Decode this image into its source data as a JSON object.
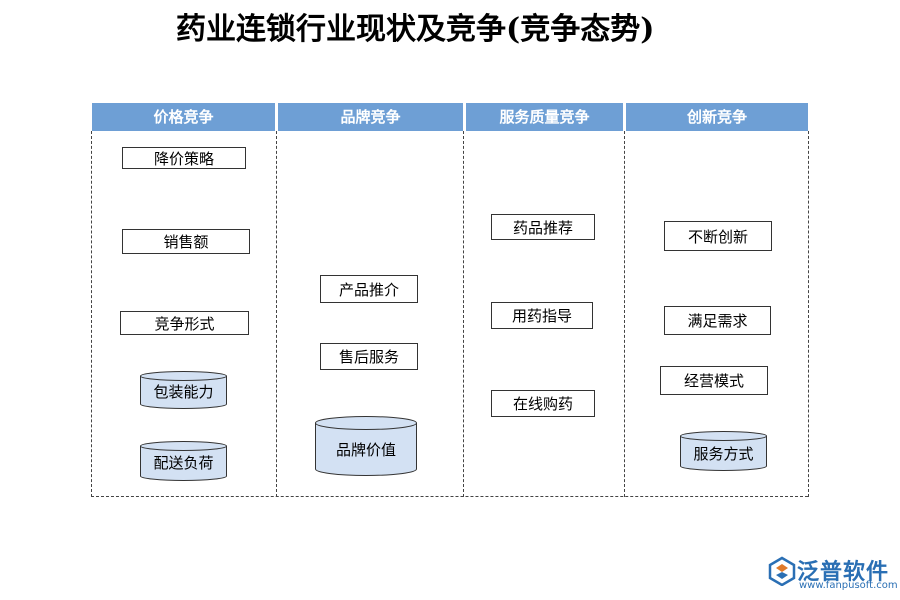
{
  "title": "药业连锁行业现状及竞争(竞争态势)",
  "columns": [
    {
      "header": "价格竞争"
    },
    {
      "header": "品牌竞争"
    },
    {
      "header": "服务质量竞争"
    },
    {
      "header": "创新竞争"
    }
  ],
  "price": {
    "box1": "降价策略",
    "box2": "销售额",
    "box3": "竞争形式",
    "cyl1": "包装能力",
    "cyl2": "配送负荷"
  },
  "brand": {
    "box1": "产品推介",
    "box2": "售后服务",
    "cyl1": "品牌价值"
  },
  "service": {
    "box1": "药品推荐",
    "box2": "用药指导",
    "box3": "在线购药"
  },
  "innovation": {
    "box1": "不断创新",
    "box2": "满足需求",
    "box3": "经营模式",
    "cyl1": "服务方式"
  },
  "logo": {
    "name": "泛普软件",
    "url": "www.fanpusoft.com",
    "icon": "fanpu-logo-icon",
    "color": "#2a6fb4"
  },
  "colors": {
    "header_bg": "#6e9fd5",
    "cylinder_fill": "#d3e1f3",
    "border": "#333333"
  }
}
